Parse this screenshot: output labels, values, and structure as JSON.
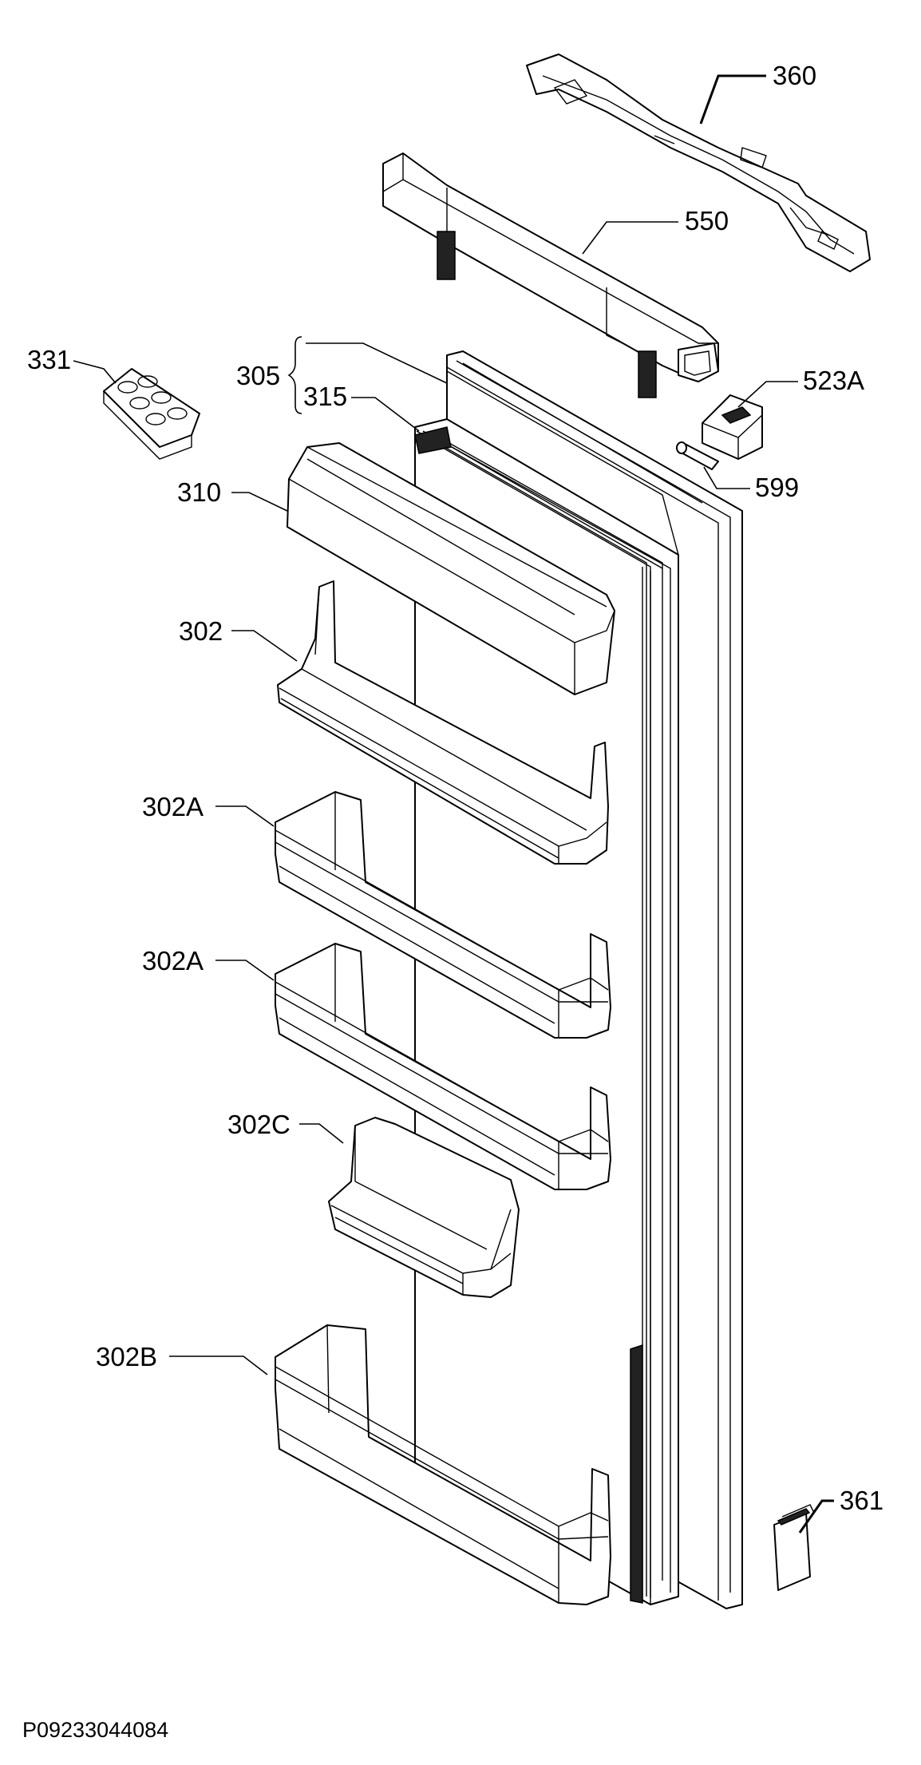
{
  "diagram": {
    "labels": {
      "l360": "360",
      "l550": "550",
      "l331": "331",
      "l305": "305",
      "l315": "315",
      "l523A": "523A",
      "l599": "599",
      "l310": "310",
      "l302": "302",
      "l302A_1": "302A",
      "l302A_2": "302A",
      "l302C": "302C",
      "l302B": "302B",
      "l361": "361"
    },
    "drawing_code": "P09233044084"
  }
}
